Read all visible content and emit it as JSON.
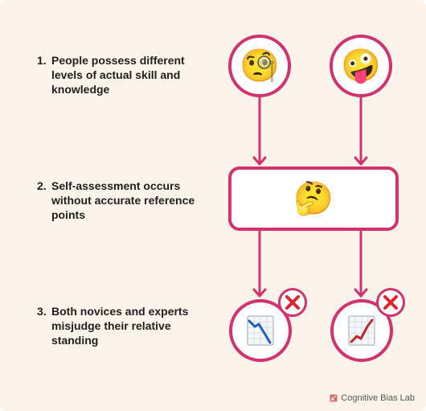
{
  "steps": [
    {
      "number": "1.",
      "text": "People possess different levels of actual skill and knowledge"
    },
    {
      "number": "2.",
      "text": "Self-assessment occurs without accurate reference points"
    },
    {
      "number": "3.",
      "text": "Both novices and experts misjudge their relative standing"
    }
  ],
  "nodes": {
    "top_left_emoji": "🧐",
    "top_right_emoji": "🤪",
    "middle_emoji": "🤔",
    "bottom_left_icon": "chart-decreasing-icon",
    "bottom_right_icon": "chart-increasing-icon",
    "wrong_badge_icon": "cross-mark-icon"
  },
  "colors": {
    "background": "#fcf3ea",
    "accent": "#d2326d",
    "node_fill": "#ffffff",
    "text": "#1f1f1f",
    "decreasing_line": "#1f5fbf",
    "increasing_line": "#c0282c",
    "badge_x": "#e0242c"
  },
  "footer": {
    "brand": "Cognitive Bias Lab",
    "logo_icon": "brand-logo-icon"
  }
}
